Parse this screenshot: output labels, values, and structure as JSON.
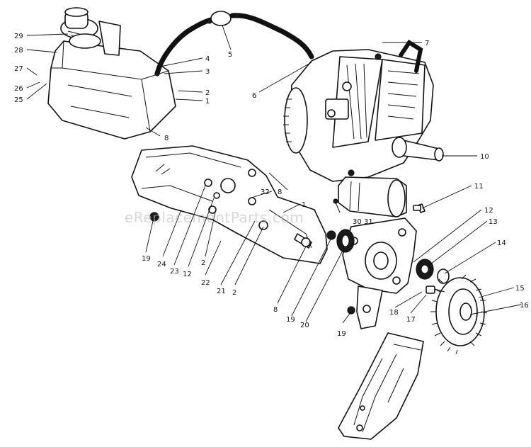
{
  "watermark": "eReplacementParts.com",
  "callouts": [
    {
      "id": "29",
      "label": "29"
    },
    {
      "id": "28",
      "label": "28"
    },
    {
      "id": "27",
      "label": "27"
    },
    {
      "id": "26",
      "label": "26"
    },
    {
      "id": "25",
      "label": "25"
    },
    {
      "id": "4",
      "label": "4"
    },
    {
      "id": "3",
      "label": "3"
    },
    {
      "id": "2a",
      "label": "2"
    },
    {
      "id": "1a",
      "label": "1"
    },
    {
      "id": "5",
      "label": "5"
    },
    {
      "id": "6",
      "label": "6"
    },
    {
      "id": "7",
      "label": "7"
    },
    {
      "id": "8a",
      "label": "8"
    },
    {
      "id": "10",
      "label": "10"
    },
    {
      "id": "11",
      "label": "11"
    },
    {
      "id": "32",
      "label": "32"
    },
    {
      "id": "8b",
      "label": "8"
    },
    {
      "id": "1b",
      "label": "1"
    },
    {
      "id": "30",
      "label": "30"
    },
    {
      "id": "31",
      "label": "31"
    },
    {
      "id": "12a",
      "label": "12"
    },
    {
      "id": "13",
      "label": "13"
    },
    {
      "id": "14",
      "label": "14"
    },
    {
      "id": "15",
      "label": "15"
    },
    {
      "id": "16",
      "label": "16"
    },
    {
      "id": "19a",
      "label": "19"
    },
    {
      "id": "24",
      "label": "24"
    },
    {
      "id": "23",
      "label": "23"
    },
    {
      "id": "12b",
      "label": "12"
    },
    {
      "id": "2b",
      "label": "2"
    },
    {
      "id": "22",
      "label": "22"
    },
    {
      "id": "21",
      "label": "21"
    },
    {
      "id": "2c",
      "label": "2"
    },
    {
      "id": "8c",
      "label": "8"
    },
    {
      "id": "19b",
      "label": "19"
    },
    {
      "id": "20",
      "label": "20"
    },
    {
      "id": "18",
      "label": "18"
    },
    {
      "id": "17",
      "label": "17"
    },
    {
      "id": "19c",
      "label": "19"
    }
  ]
}
